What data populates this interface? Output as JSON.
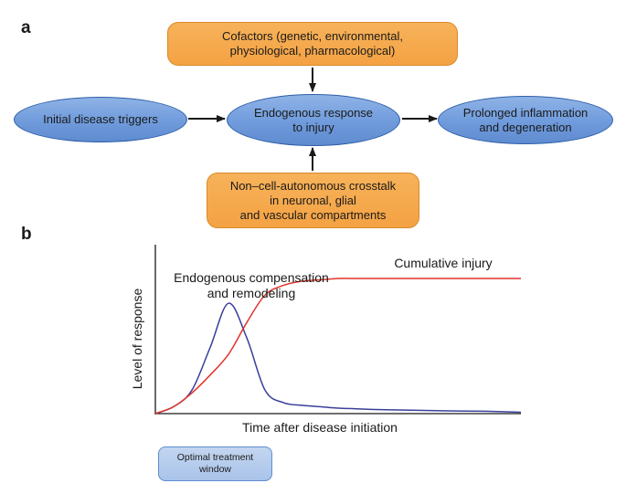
{
  "panels": {
    "a": "a",
    "b": "b"
  },
  "diagram": {
    "cofactors": "Cofactors (genetic, environmental,\nphysiological, pharmacological)",
    "initial_triggers": "Initial disease triggers",
    "endogenous_response": "Endogenous response\nto injury",
    "prolonged": "Prolonged inflammation\nand degeneration",
    "crosstalk": "Non–cell-autonomous crosstalk\nin neuronal, glial\nand vascular compartments"
  },
  "chart": {
    "ylabel": "Level of response",
    "xlabel": "Time after disease initiation",
    "compensation_label": "Endogenous compensation\nand remodeling",
    "injury_label": "Cumulative injury",
    "window_label": "Optimal treatment\nwindow"
  },
  "colors": {
    "compensation_curve": "#3a3f9a",
    "injury_curve": "#e0342b",
    "ellipse_fill": "#7aa3df",
    "box_fill": "#f5a84c"
  },
  "chart_data": {
    "type": "line",
    "title": "",
    "xlabel": "Time after disease initiation",
    "ylabel": "Level of response",
    "x": [
      0,
      0.05,
      0.1,
      0.15,
      0.2,
      0.25,
      0.3,
      0.35,
      0.4,
      0.45,
      0.5,
      0.55,
      0.6,
      0.7,
      0.8,
      0.9,
      1.0
    ],
    "xlim": [
      0,
      1
    ],
    "ylim": [
      0,
      1
    ],
    "grid": false,
    "series": [
      {
        "name": "Endogenous compensation\nand remodeling",
        "values": [
          0.0,
          0.05,
          0.17,
          0.48,
          0.8,
          0.55,
          0.17,
          0.08,
          0.06,
          0.05,
          0.04,
          0.035,
          0.03,
          0.025,
          0.02,
          0.017,
          0.01
        ]
      },
      {
        "name": "Cumulative injury",
        "values": [
          0.0,
          0.05,
          0.15,
          0.28,
          0.43,
          0.66,
          0.86,
          0.93,
          0.96,
          0.97,
          0.98,
          0.98,
          0.98,
          0.98,
          0.98,
          0.98,
          0.98
        ]
      }
    ]
  }
}
